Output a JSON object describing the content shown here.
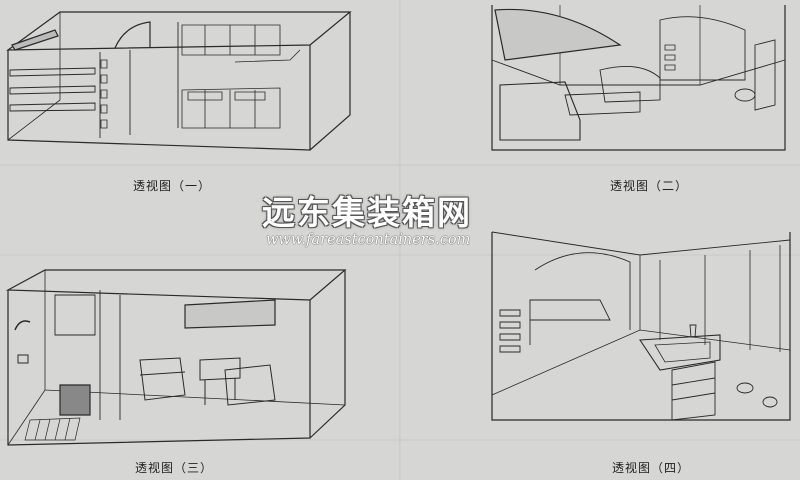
{
  "captions": [
    "透视图（一）",
    "透视图（二）",
    "透视图（三）",
    "透视图（四）"
  ],
  "watermark": {
    "brand": "远东集装箱网",
    "url": "www.fareastcontainers.com"
  },
  "colors": {
    "paper": "#d6d6d4",
    "ink": "#2a2a2a",
    "watermark_fill": "#ffffff"
  }
}
